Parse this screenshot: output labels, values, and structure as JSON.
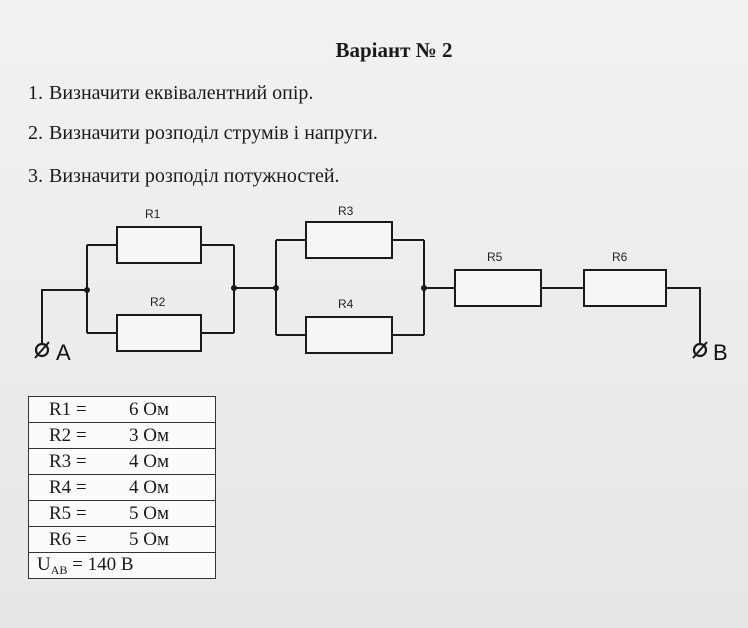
{
  "title": "Варіант № 2",
  "tasks": [
    {
      "num": "1.",
      "text": "Визначити еквівалентний опір."
    },
    {
      "num": "2.",
      "text": "Визначити розподіл струмів і напруги."
    },
    {
      "num": "3.",
      "text": "Визначити розподіл потужностей."
    }
  ],
  "circuit": {
    "resistors": [
      "R1",
      "R2",
      "R3",
      "R4",
      "R5",
      "R6"
    ],
    "node_a": "A",
    "node_b": "B"
  },
  "values_table": {
    "rows": [
      {
        "name": "R1 =",
        "value": "6 Ом"
      },
      {
        "name": "R2 =",
        "value": "3 Ом"
      },
      {
        "name": "R3 =",
        "value": "4 Ом"
      },
      {
        "name": "R4 =",
        "value": "4 Ом"
      },
      {
        "name": "R5 =",
        "value": "5 Ом"
      },
      {
        "name": "R6 =",
        "value": "5 Ом"
      }
    ],
    "voltage": {
      "symbol": "U",
      "subscript": "AB",
      "eq": "=",
      "value": "140 В"
    }
  }
}
